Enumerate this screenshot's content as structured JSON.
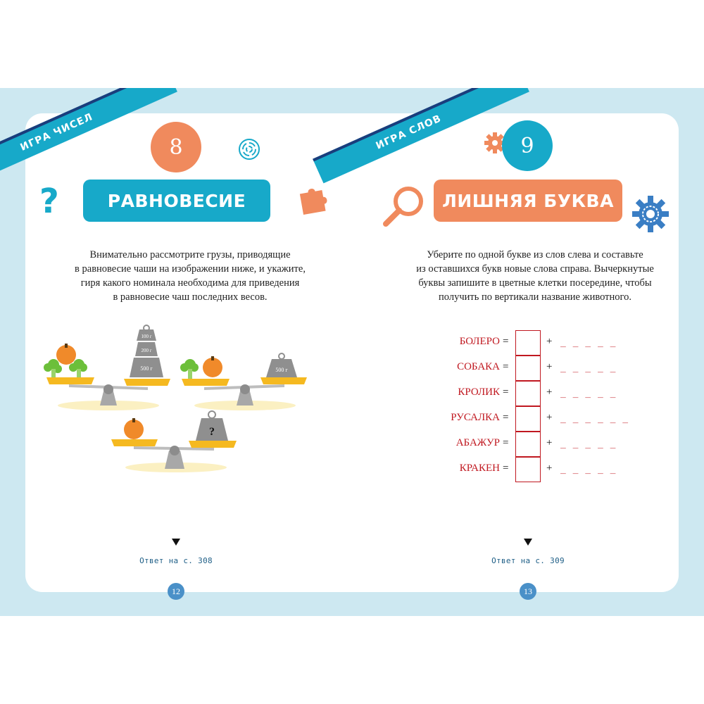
{
  "left_page": {
    "ribbon": "ИГРА ЧИСЕЛ",
    "number": "8",
    "title": "РАВНОВЕСИЕ",
    "description": [
      "Внимательно рассмотрите грузы, приводящие",
      "в равновесие чаши на изображении ниже, и укажите,",
      "гиря какого номинала необходима для приведения",
      "в равновесие чаш последних весов."
    ],
    "weights": [
      "100 г",
      "200 г",
      "500 г",
      "500 г",
      "?"
    ],
    "answer": "Ответ на с. 308",
    "page_number": "12"
  },
  "right_page": {
    "ribbon": "ИГРА СЛОВ",
    "number": "9",
    "title": "ЛИШНЯЯ БУКВА",
    "description": [
      "Уберите по одной букве из слов слева и составьте",
      "из оставшихся букв новые слова справа. Вычеркнутые",
      "буквы запишите в цветные клетки посередине, чтобы",
      "получить по вертикали название животного."
    ],
    "rows": [
      {
        "word": "БОЛЕРО",
        "eq": "=",
        "plus": "+",
        "blank": "_ _ _ _ _"
      },
      {
        "word": "СОБАКА",
        "eq": "=",
        "plus": "+",
        "blank": "_ _ _ _ _"
      },
      {
        "word": "КРОЛИК",
        "eq": "=",
        "plus": "+",
        "blank": "_ _ _ _ _"
      },
      {
        "word": "РУСАЛКА",
        "eq": "=",
        "plus": "+",
        "blank": "_ _ _ _ _ _"
      },
      {
        "word": "АБАЖУР",
        "eq": "=",
        "plus": "+",
        "blank": "_ _ _ _ _"
      },
      {
        "word": "КРАКЕН",
        "eq": "=",
        "plus": "+",
        "blank": "_ _ _ _ _"
      }
    ],
    "answer": "Ответ на с. 309",
    "page_number": "13"
  },
  "colors": {
    "teal": "#17a9c9",
    "orange": "#f08a5d",
    "navy": "#1a3d7c",
    "red": "#c01820",
    "background": "#cde8f1"
  },
  "icons": [
    "question-mark-icon",
    "maze-icon",
    "puzzle-piece-icon",
    "gear-icon",
    "magnifier-icon",
    "blue-gear-icon"
  ]
}
